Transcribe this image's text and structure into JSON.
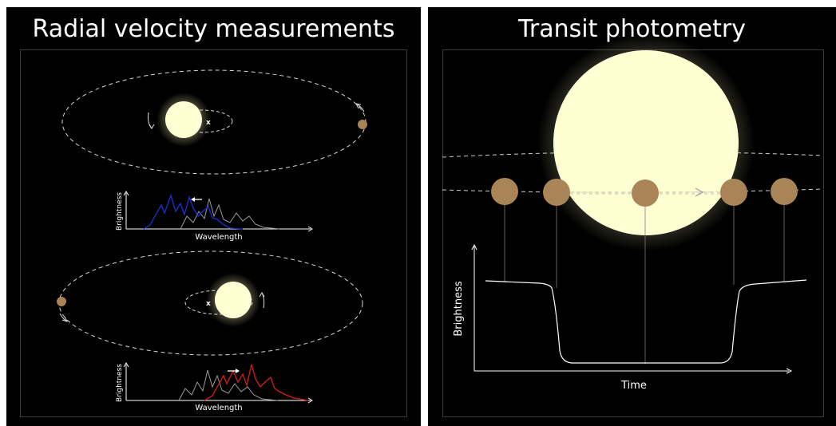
{
  "left_panel": {
    "title": "Radial velocity measurements",
    "top_graph": {
      "ylabel": "Brightness",
      "xlabel": "Wavelength",
      "shift_color": "#1e2fd6"
    },
    "bottom_graph": {
      "ylabel": "Brightness",
      "xlabel": "Wavelength",
      "shift_color": "#d81c1c"
    },
    "barycenter_marker": "x"
  },
  "right_panel": {
    "title": "Transit photometry",
    "ylabel": "Brightness",
    "xlabel": "Time"
  },
  "colors": {
    "background": "#000000",
    "star": "#ffffd4",
    "planet": "#a88456",
    "blueshift": "#1e2fd6",
    "redshift": "#d81c1c"
  }
}
